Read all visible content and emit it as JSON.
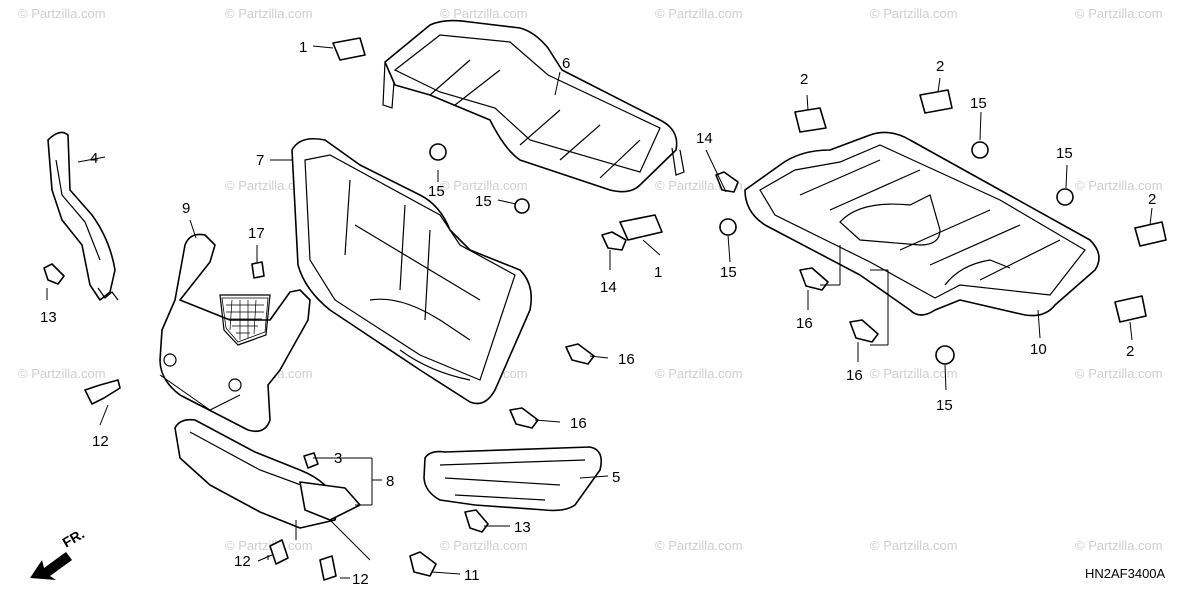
{
  "watermark": {
    "text": "© Partzilla.com"
  },
  "diagram_code": "HN2AF3400A",
  "direction_arrow": {
    "label": "FR."
  },
  "callouts": [
    "1",
    "1",
    "2",
    "2",
    "2",
    "2",
    "3",
    "4",
    "5",
    "6",
    "7",
    "8",
    "9",
    "10",
    "11",
    "12",
    "12",
    "12",
    "13",
    "13",
    "14",
    "14",
    "15",
    "15",
    "15",
    "15",
    "15",
    "15",
    "16",
    "16",
    "16",
    "16",
    "17"
  ]
}
